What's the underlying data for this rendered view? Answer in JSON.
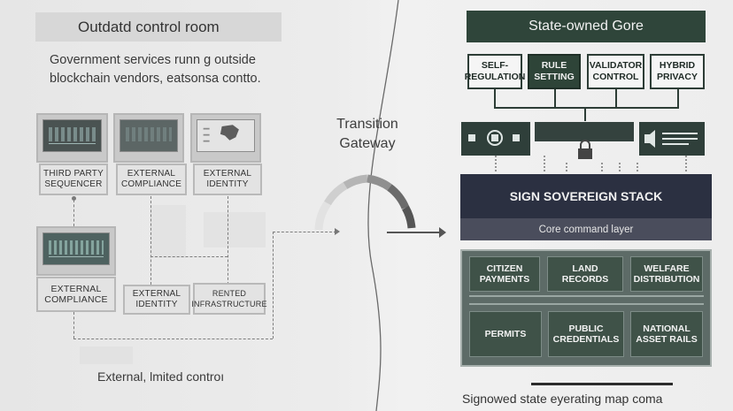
{
  "left": {
    "title": "Outdatd control room",
    "description_line1": "Government services runn g outside",
    "description_line2": "blockchain vendors, eatsonsa contto.",
    "top_boxes": [
      "THIRD PARTY\nSEQUENCER",
      "EXTERNAL\nCOMPLIANCE",
      "EXTERNAL\nIDENTITY"
    ],
    "bottom_boxes": [
      "EXTERNAL\nCOMPLIANCE",
      "EXTERNAL\nIDENTITY",
      "RENTED\nINFRASTRUCTURE"
    ],
    "footer": "External, lmited controı"
  },
  "middle": {
    "transition_line1": "Transition",
    "transition_line2": "Gateway"
  },
  "right": {
    "title": "State-owned Gore",
    "modules": [
      "SELF-\nREGULATION",
      "RULE\nSETTING",
      "VALIDATOR\nCONTROL",
      "HYBRID\nPRIVACY"
    ],
    "stack_title": "SIGN SOVEREIGN STACK",
    "core_layer": "Core command layer",
    "services": [
      "CITIZEN\nPAYMENTS",
      "LAND\nRECORDS",
      "WELFARE\nDISTRIBUTION",
      "PERMITS",
      "PUBLIC\nCREDENTIALS",
      "NATIONAL\nASSET RAILS"
    ],
    "footer": "Signowed state eyerating map coma"
  },
  "colors": {
    "dark_green": "#2f453a",
    "navy": "#2b3041",
    "panel_green": "#3f5248"
  }
}
